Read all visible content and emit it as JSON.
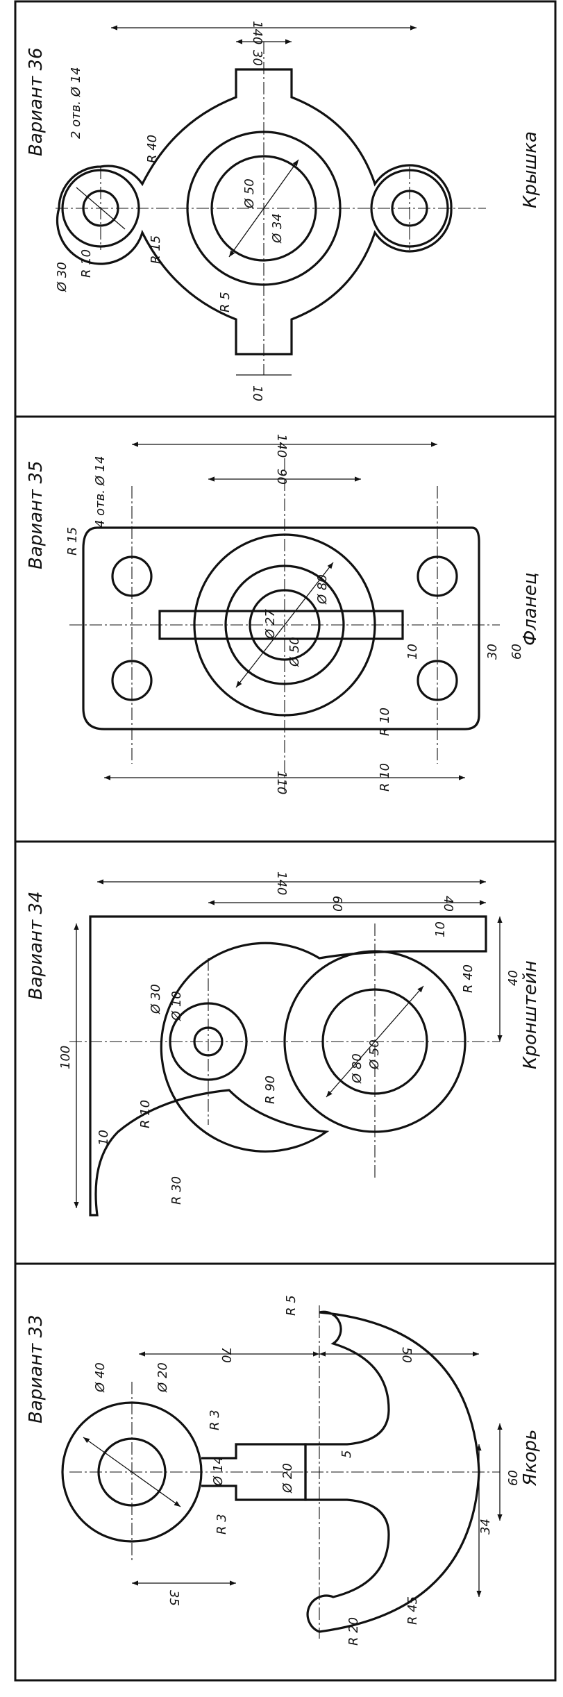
{
  "panels": [
    {
      "title": "Вариант 36",
      "name": "Крышка",
      "dims": [
        "2 отв. Ø 14",
        "Ø 30",
        "R 10",
        "R 15",
        "R 40",
        "Ø 50",
        "Ø 34",
        "R 5",
        "140",
        "30",
        "10"
      ]
    },
    {
      "title": "Вариант 35",
      "name": "Фланец",
      "dims": [
        "4 отв. Ø 14",
        "R 15",
        "R 10",
        "R 10",
        "Ø 80",
        "Ø 50",
        "Ø 27",
        "140",
        "90",
        "110",
        "10",
        "30",
        "60"
      ]
    },
    {
      "title": "Вариант 34",
      "name": "Кронштейн",
      "dims": [
        "Ø 30",
        "Ø 10",
        "R 10",
        "R 30",
        "R 90",
        "R 40",
        "Ø 80",
        "Ø 50",
        "100",
        "10",
        "140",
        "60",
        "40",
        "10",
        "40"
      ]
    },
    {
      "title": "Вариант 33",
      "name": "Якорь",
      "dims": [
        "Ø 40",
        "Ø 20",
        "R 3",
        "R 3",
        "Ø 14",
        "Ø 20",
        "R 5",
        "R 20",
        "R 45",
        "35",
        "70",
        "50",
        "5",
        "34",
        "60"
      ]
    }
  ]
}
